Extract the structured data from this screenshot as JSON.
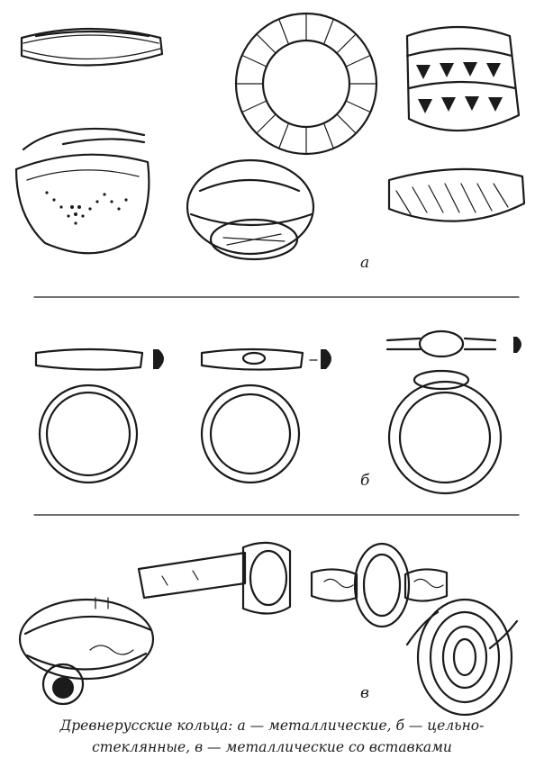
{
  "section_labels": {
    "a": "а",
    "b": "б",
    "v": "в"
  },
  "caption": {
    "line1": "Древнерусские кольца: а — металлические, б — цельно-",
    "line2": "стеклянные, в — металлические со вставками"
  },
  "colors": {
    "ink": "#1b1b1b",
    "paper": "#ffffff"
  }
}
